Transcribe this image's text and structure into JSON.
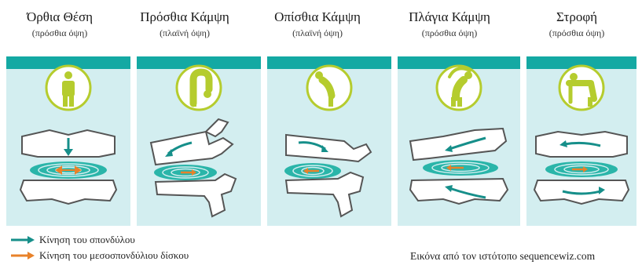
{
  "positions": [
    {
      "title": "Όρθια Θέση",
      "view": "(πρόσθια όψη)"
    },
    {
      "title": "Πρόσθια Κάμψη",
      "view": "(πλαϊνή όψη)"
    },
    {
      "title": "Οπίσθια Κάμψη",
      "view": "(πλαϊνή όψη)"
    },
    {
      "title": "Πλάγια Κάμψη",
      "view": "(πρόσθια όψη)"
    },
    {
      "title": "Στροφή",
      "view": "(πρόσθια όψη)"
    }
  ],
  "legend": {
    "vertebra_motion": "Κίνηση του σπονδύλου",
    "disc_motion": "Κίνηση του μεσοσπονδύλιου δίσκου"
  },
  "credit": "Εικόνα από τον ιστότοπο sequencewiz.com",
  "colors": {
    "panel_bg": "#d3eef0",
    "header_band": "#14a9a3",
    "icon_green": "#b5cc2e",
    "vertebra_arrow": "#168f8a",
    "disc_arrow": "#e8822a",
    "disc_teal": "#2ab5a9"
  }
}
